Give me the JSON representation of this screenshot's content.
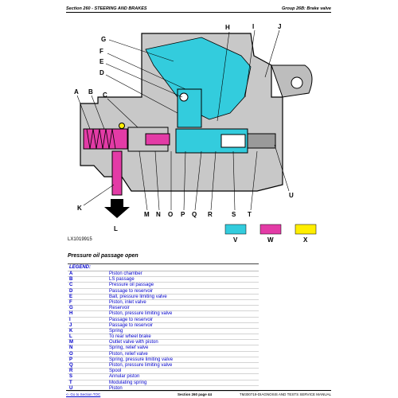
{
  "header": {
    "section": "Section 260 - STEERING AND BRAKES",
    "group": "Group 26B: Brake valve"
  },
  "figure": {
    "id": "LX1019915",
    "callouts": [
      "A",
      "B",
      "C",
      "D",
      "E",
      "F",
      "G",
      "H",
      "I",
      "J",
      "K",
      "L",
      "M",
      "N",
      "O",
      "P",
      "Q",
      "R",
      "S",
      "T",
      "U",
      "V",
      "W",
      "X"
    ],
    "key_colors": {
      "V": "#33ccdd",
      "W": "#e33ba6",
      "X": "#ffee00"
    }
  },
  "caption": "Pressure oil passage open",
  "legend": {
    "title": "LEGEND:",
    "items": [
      {
        "key": "A",
        "desc": "Piston chamber"
      },
      {
        "key": "B",
        "desc": "LS passage"
      },
      {
        "key": "C",
        "desc": "Pressure oil passage"
      },
      {
        "key": "D",
        "desc": "Passage to reservoir"
      },
      {
        "key": "E",
        "desc": "Ball, pressure limiting valve"
      },
      {
        "key": "F",
        "desc": "Piston, inlet valve"
      },
      {
        "key": "G",
        "desc": "Reservoir"
      },
      {
        "key": "H",
        "desc": "Piston, pressure limiting valve"
      },
      {
        "key": "I",
        "desc": "Passage to reservoir"
      },
      {
        "key": "J",
        "desc": "Passage to reservoir"
      },
      {
        "key": "K",
        "desc": "Spring"
      },
      {
        "key": "L",
        "desc": "To rear wheel brake"
      },
      {
        "key": "M",
        "desc": "Outlet valve with piston"
      },
      {
        "key": "N",
        "desc": "Spring, relief valve"
      },
      {
        "key": "O",
        "desc": "Piston, relief valve"
      },
      {
        "key": "P",
        "desc": "Spring, pressure limiting valve"
      },
      {
        "key": "Q",
        "desc": "Piston, pressure limiting valve"
      },
      {
        "key": "R",
        "desc": "Spool"
      },
      {
        "key": "S",
        "desc": "Annular piston"
      },
      {
        "key": "T",
        "desc": "Modulating spring"
      },
      {
        "key": "U",
        "desc": "Piston"
      }
    ]
  },
  "footer": {
    "nav_link": "<- Go to Section TOC",
    "page": "Section 260 page 44",
    "manual": "TM300719-DIAGNOSIS AND TESTS SERVICE MANUAL"
  }
}
